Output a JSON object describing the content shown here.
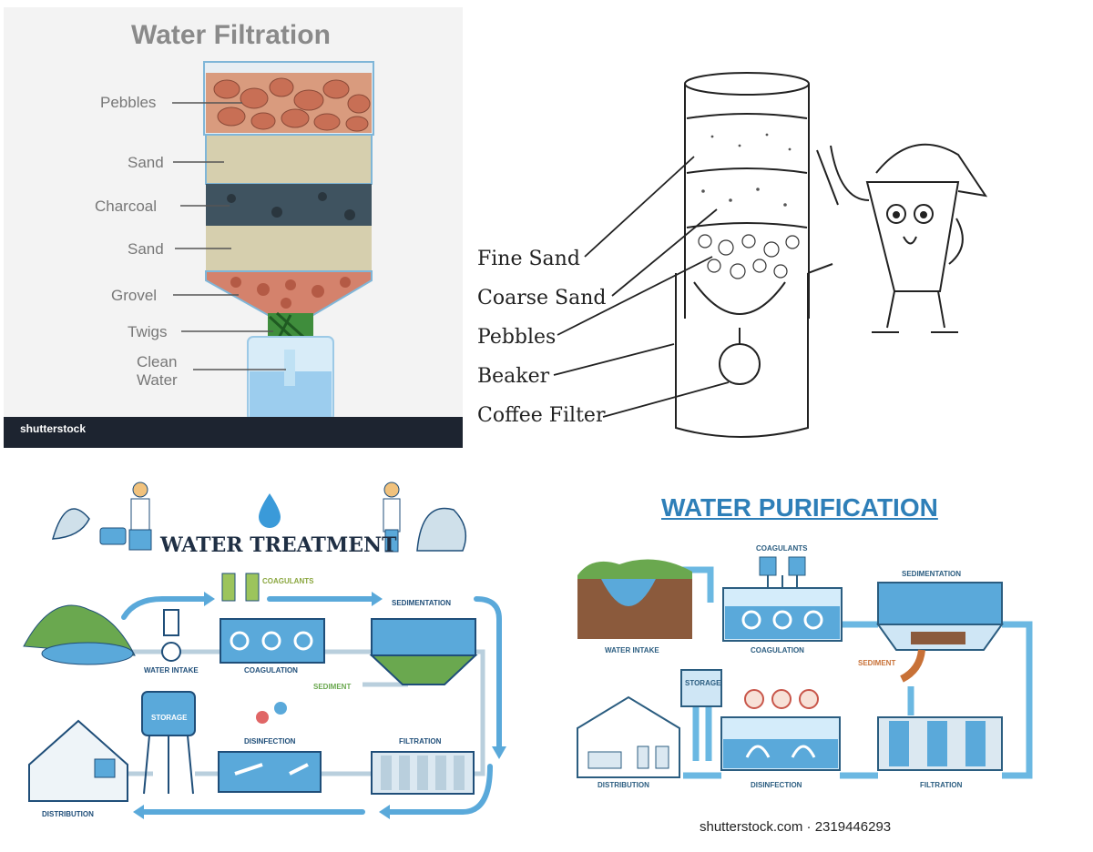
{
  "panel1": {
    "title": "Water Filtration",
    "labels": [
      "Pebbles",
      "Sand",
      "Charcoal",
      "Sand",
      "Grovel",
      "Twigs",
      "Clean",
      "Water"
    ],
    "footer_brand": "shutterstock"
  },
  "panel2": {
    "labels": [
      "Fine Sand",
      "Coarse Sand",
      "Pebbles",
      "Beaker",
      "Coffee Filter"
    ]
  },
  "panel3": {
    "title": "WATER TREATMENT",
    "stages": {
      "coagulants": "COAGULANTS",
      "sedimentation": "SEDIMENTATION",
      "water_intake": "WATER INTAKE",
      "coagulation": "COAGULATION",
      "sediment": "SEDIMENT",
      "storage": "STORAGE",
      "disinfection": "DISINFECTION",
      "filtration": "FILTRATION",
      "distribution": "DISTRIBUTION"
    }
  },
  "panel4": {
    "title": "WATER PURIFICATION",
    "stages": {
      "coagulants": "COAGULANTS",
      "sedimentation": "SEDIMENTATION",
      "water_intake": "WATER INTAKE",
      "coagulation": "COAGULATION",
      "sediment": "SEDIMENT",
      "storage": "STORAGE",
      "distribution": "DISTRIBUTION",
      "disinfection": "DISINFECTION",
      "filtration": "FILTRATION"
    },
    "credit": "shutterstock.com · 2319446293"
  },
  "colors": {
    "pipe_blue": "#5aa9da",
    "dark_blue": "#1f4e79",
    "light_blue": "#cfe6f5",
    "sand": "#cfc6a3",
    "pebbles": "#c9826a",
    "charcoal": "#3b4a55",
    "footer": "#1d2430"
  }
}
